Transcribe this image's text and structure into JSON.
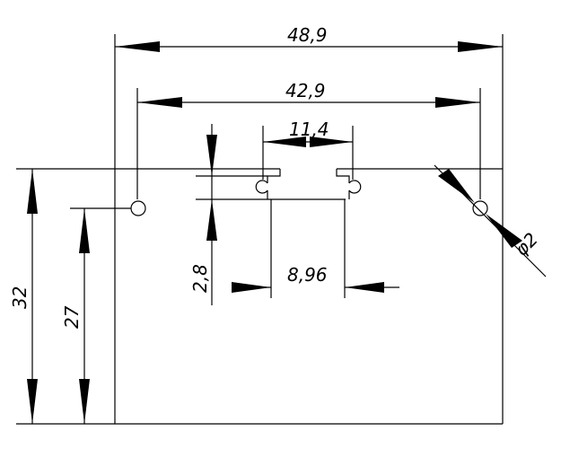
{
  "drawing": {
    "dimensions": {
      "overall_width": "48,9",
      "hole_spacing": "42,9",
      "slot_width": "11,4",
      "slot_depth": "2,8",
      "slot_inner_width": "8,96",
      "overall_height": "32",
      "hole_height": "27",
      "hole_diameter": "2"
    },
    "diameter_symbol": "φ"
  }
}
